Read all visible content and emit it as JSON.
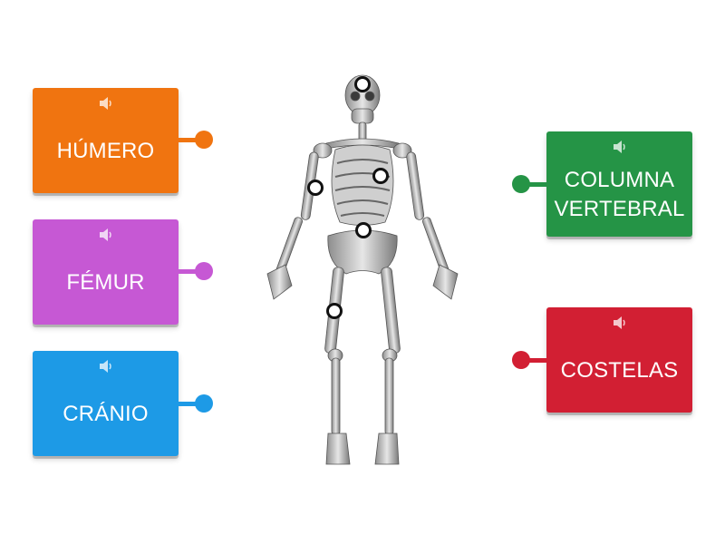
{
  "cards": [
    {
      "label": "HÚMERO",
      "color": "#f07410",
      "side": "left"
    },
    {
      "label": "FÉMUR",
      "color": "#c658d4",
      "side": "left"
    },
    {
      "label": "CRÁNIO",
      "color": "#1d9ae6",
      "side": "left"
    },
    {
      "label": "COLUMNA VERTEBRAL",
      "color": "#259446",
      "side": "right"
    },
    {
      "label": "COSTELAS",
      "color": "#d21f33",
      "side": "right"
    }
  ],
  "icons": {
    "card": "speaker-icon",
    "diagram": "skeleton-illustration",
    "hotspot": "hotspot-marker"
  },
  "hotspot_count": 5
}
